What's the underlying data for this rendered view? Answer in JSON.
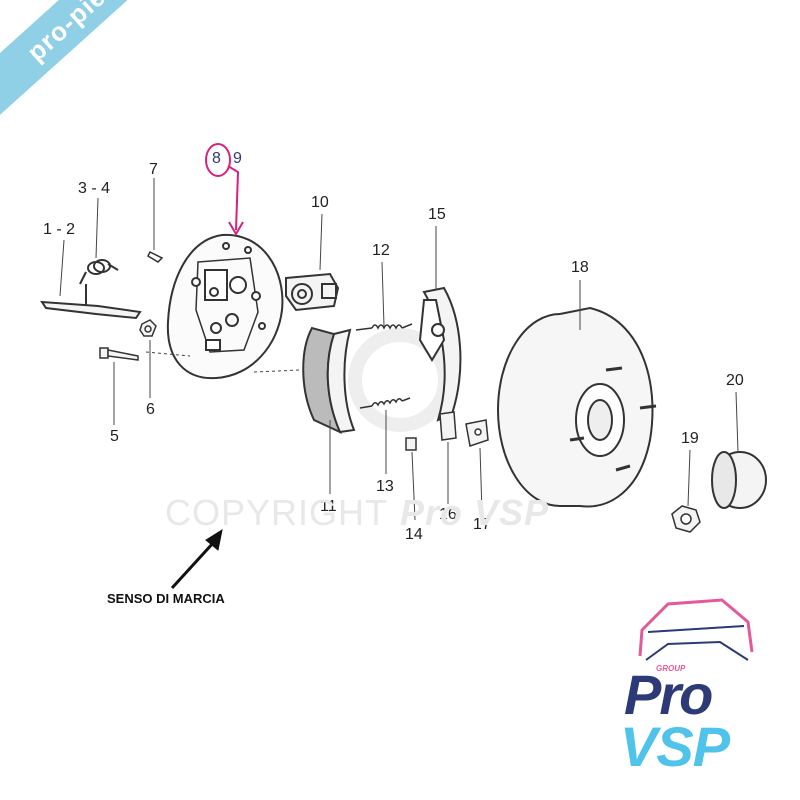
{
  "labels": {
    "l1_2": "1 - 2",
    "l3_4": "3 - 4",
    "l5": "5",
    "l6": "6",
    "l7": "7",
    "l8": "8",
    "l9": "9",
    "l10": "10",
    "l11": "11",
    "l12": "12",
    "l13": "13",
    "l14": "14",
    "l15": "15",
    "l16": "16",
    "l17": "17",
    "l18": "18",
    "l19": "19",
    "l20": "20"
  },
  "direction_label": "SENSO DI MARCIA",
  "watermark": {
    "copyright": "COPYRIGHT",
    "brand": "Pro VSP",
    "banner": "pro-piece-vsp.com"
  },
  "logo": {
    "group": "GROUP",
    "pro": "Pro",
    "vsp": "VSP"
  },
  "colors": {
    "highlight": "#d6217f",
    "banner": "#8fd0e6",
    "logo_pink": "#e25a9a",
    "logo_navy": "#2c3a78",
    "logo_cyan": "#4fc3ea",
    "line_art": "#333333"
  }
}
